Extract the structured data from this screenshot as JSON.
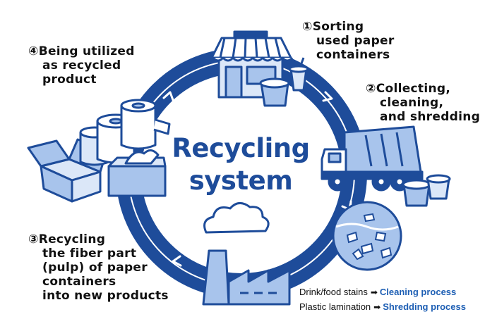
{
  "center_title": {
    "line1": "Recycling",
    "line2": "system"
  },
  "steps": [
    {
      "number": "①",
      "lines": [
        "Sorting",
        "used paper",
        "containers"
      ]
    },
    {
      "number": "②",
      "lines": [
        "Collecting,",
        "cleaning,",
        "and shredding"
      ]
    },
    {
      "number": "③",
      "lines": [
        "Recycling",
        "the fiber part",
        "(pulp) of paper",
        "containers",
        "into new products"
      ]
    },
    {
      "number": "④",
      "lines": [
        "Being utilized",
        "as recycled",
        "product"
      ]
    }
  ],
  "notes": [
    {
      "issue": "Drink/food stains",
      "arrow": "➡",
      "process": "Cleaning process"
    },
    {
      "issue": "Plastic lamination",
      "arrow": "➡",
      "process": "Shredding process"
    }
  ],
  "colors": {
    "ring": "#1e4c9a",
    "ring_inner": "#3b6fc0",
    "title": "#1e4c9a",
    "fill_light": "#a8c4ec",
    "fill_pale": "#dbe7f8",
    "process_text": "#1e5fb4"
  },
  "icons": [
    "store-icon",
    "paper-cups-icon",
    "garbage-truck-icon",
    "shredded-pulp-icon",
    "factory-icon",
    "cardboard-box-icon",
    "toilet-paper-rolls-icon",
    "tissue-box-icon"
  ]
}
